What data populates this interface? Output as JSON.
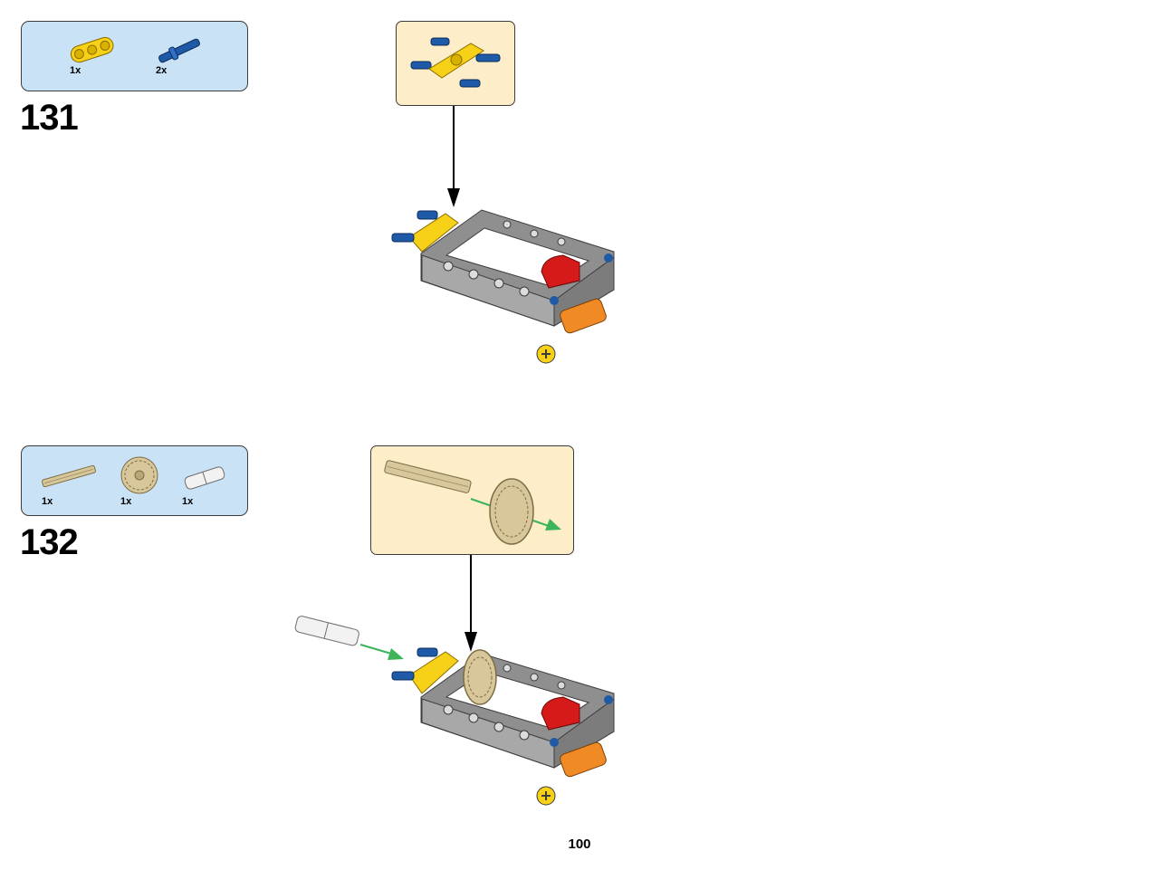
{
  "page": {
    "number": "100"
  },
  "steps": [
    {
      "number": "131",
      "parts": [
        {
          "name": "yellow-beam-3",
          "qty": "1x",
          "color": "#f7d117"
        },
        {
          "name": "blue-axle-pin",
          "qty": "2x",
          "color": "#1e5aa8"
        }
      ]
    },
    {
      "number": "132",
      "parts": [
        {
          "name": "tan-axle",
          "qty": "1x",
          "color": "#d8c79a"
        },
        {
          "name": "tan-gear-20-tooth",
          "qty": "1x",
          "color": "#d8c79a"
        },
        {
          "name": "light-grey-connector",
          "qty": "1x",
          "color": "#e4e4e4"
        }
      ]
    }
  ],
  "colors": {
    "parts_box_bg": "#c9e2f5",
    "callout_bg": "#fdedc8",
    "frame_grey": "#9a9a9a",
    "yellow": "#f7d117",
    "blue": "#1e5aa8",
    "red": "#d61a1a",
    "orange": "#f08a24",
    "tan": "#d8c79a",
    "insertion_arrow": "#3cb55a"
  }
}
